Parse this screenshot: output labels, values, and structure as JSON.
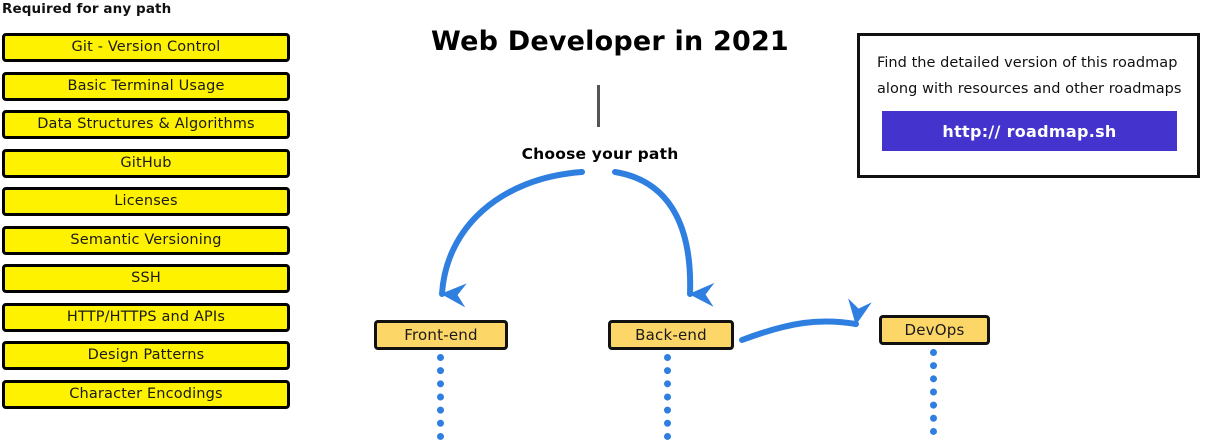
{
  "required_section": {
    "heading": "Required for any path",
    "items": [
      {
        "label": "Git - Version Control"
      },
      {
        "label": "Basic Terminal Usage"
      },
      {
        "label": "Data Structures & Algorithms"
      },
      {
        "label": "GitHub"
      },
      {
        "label": "Licenses"
      },
      {
        "label": "Semantic Versioning"
      },
      {
        "label": "SSH"
      },
      {
        "label": "HTTP/HTTPS and APIs"
      },
      {
        "label": "Design Patterns"
      },
      {
        "label": "Character Encodings"
      }
    ]
  },
  "diagram": {
    "title": "Web Developer in 2021",
    "branch_label": "Choose your path",
    "paths": [
      {
        "label": "Front-end"
      },
      {
        "label": "Back-end"
      },
      {
        "label": "DevOps"
      }
    ]
  },
  "callout": {
    "line1": "Find the detailed version of this roadmap",
    "line2": "along with resources and other roadmaps",
    "link_label": "http:// roadmap.sh"
  },
  "colors": {
    "required_box_fill": "#FFF200",
    "path_box_fill": "#FCD667",
    "arrow_blue": "#2F7FE0",
    "link_button": "#4433CC",
    "box_border": "#111111",
    "stem_gray": "#555555",
    "background": "#FFFFFF"
  }
}
